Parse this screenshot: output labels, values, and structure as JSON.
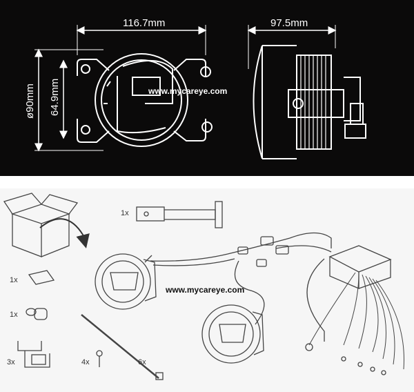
{
  "top_panel": {
    "dim_width": "116.7mm",
    "dim_depth": "97.5mm",
    "dim_diameter": "ø90mm",
    "dim_lens_height": "64.9mm",
    "watermark": "www.mycareye.com"
  },
  "bottom_panel": {
    "watermark": "www.mycareye.com",
    "qty_bracket": "1x",
    "qty_pad": "1x",
    "qty_connector": "1x",
    "qty_clip": "3x",
    "qty_screw": "4x",
    "qty_cable_tie": "6x"
  },
  "colors": {
    "top_background": "#0b0a0a",
    "line_art": "#ffffff",
    "bottom_background": "#f6f6f6",
    "diagram_line": "#444444"
  }
}
